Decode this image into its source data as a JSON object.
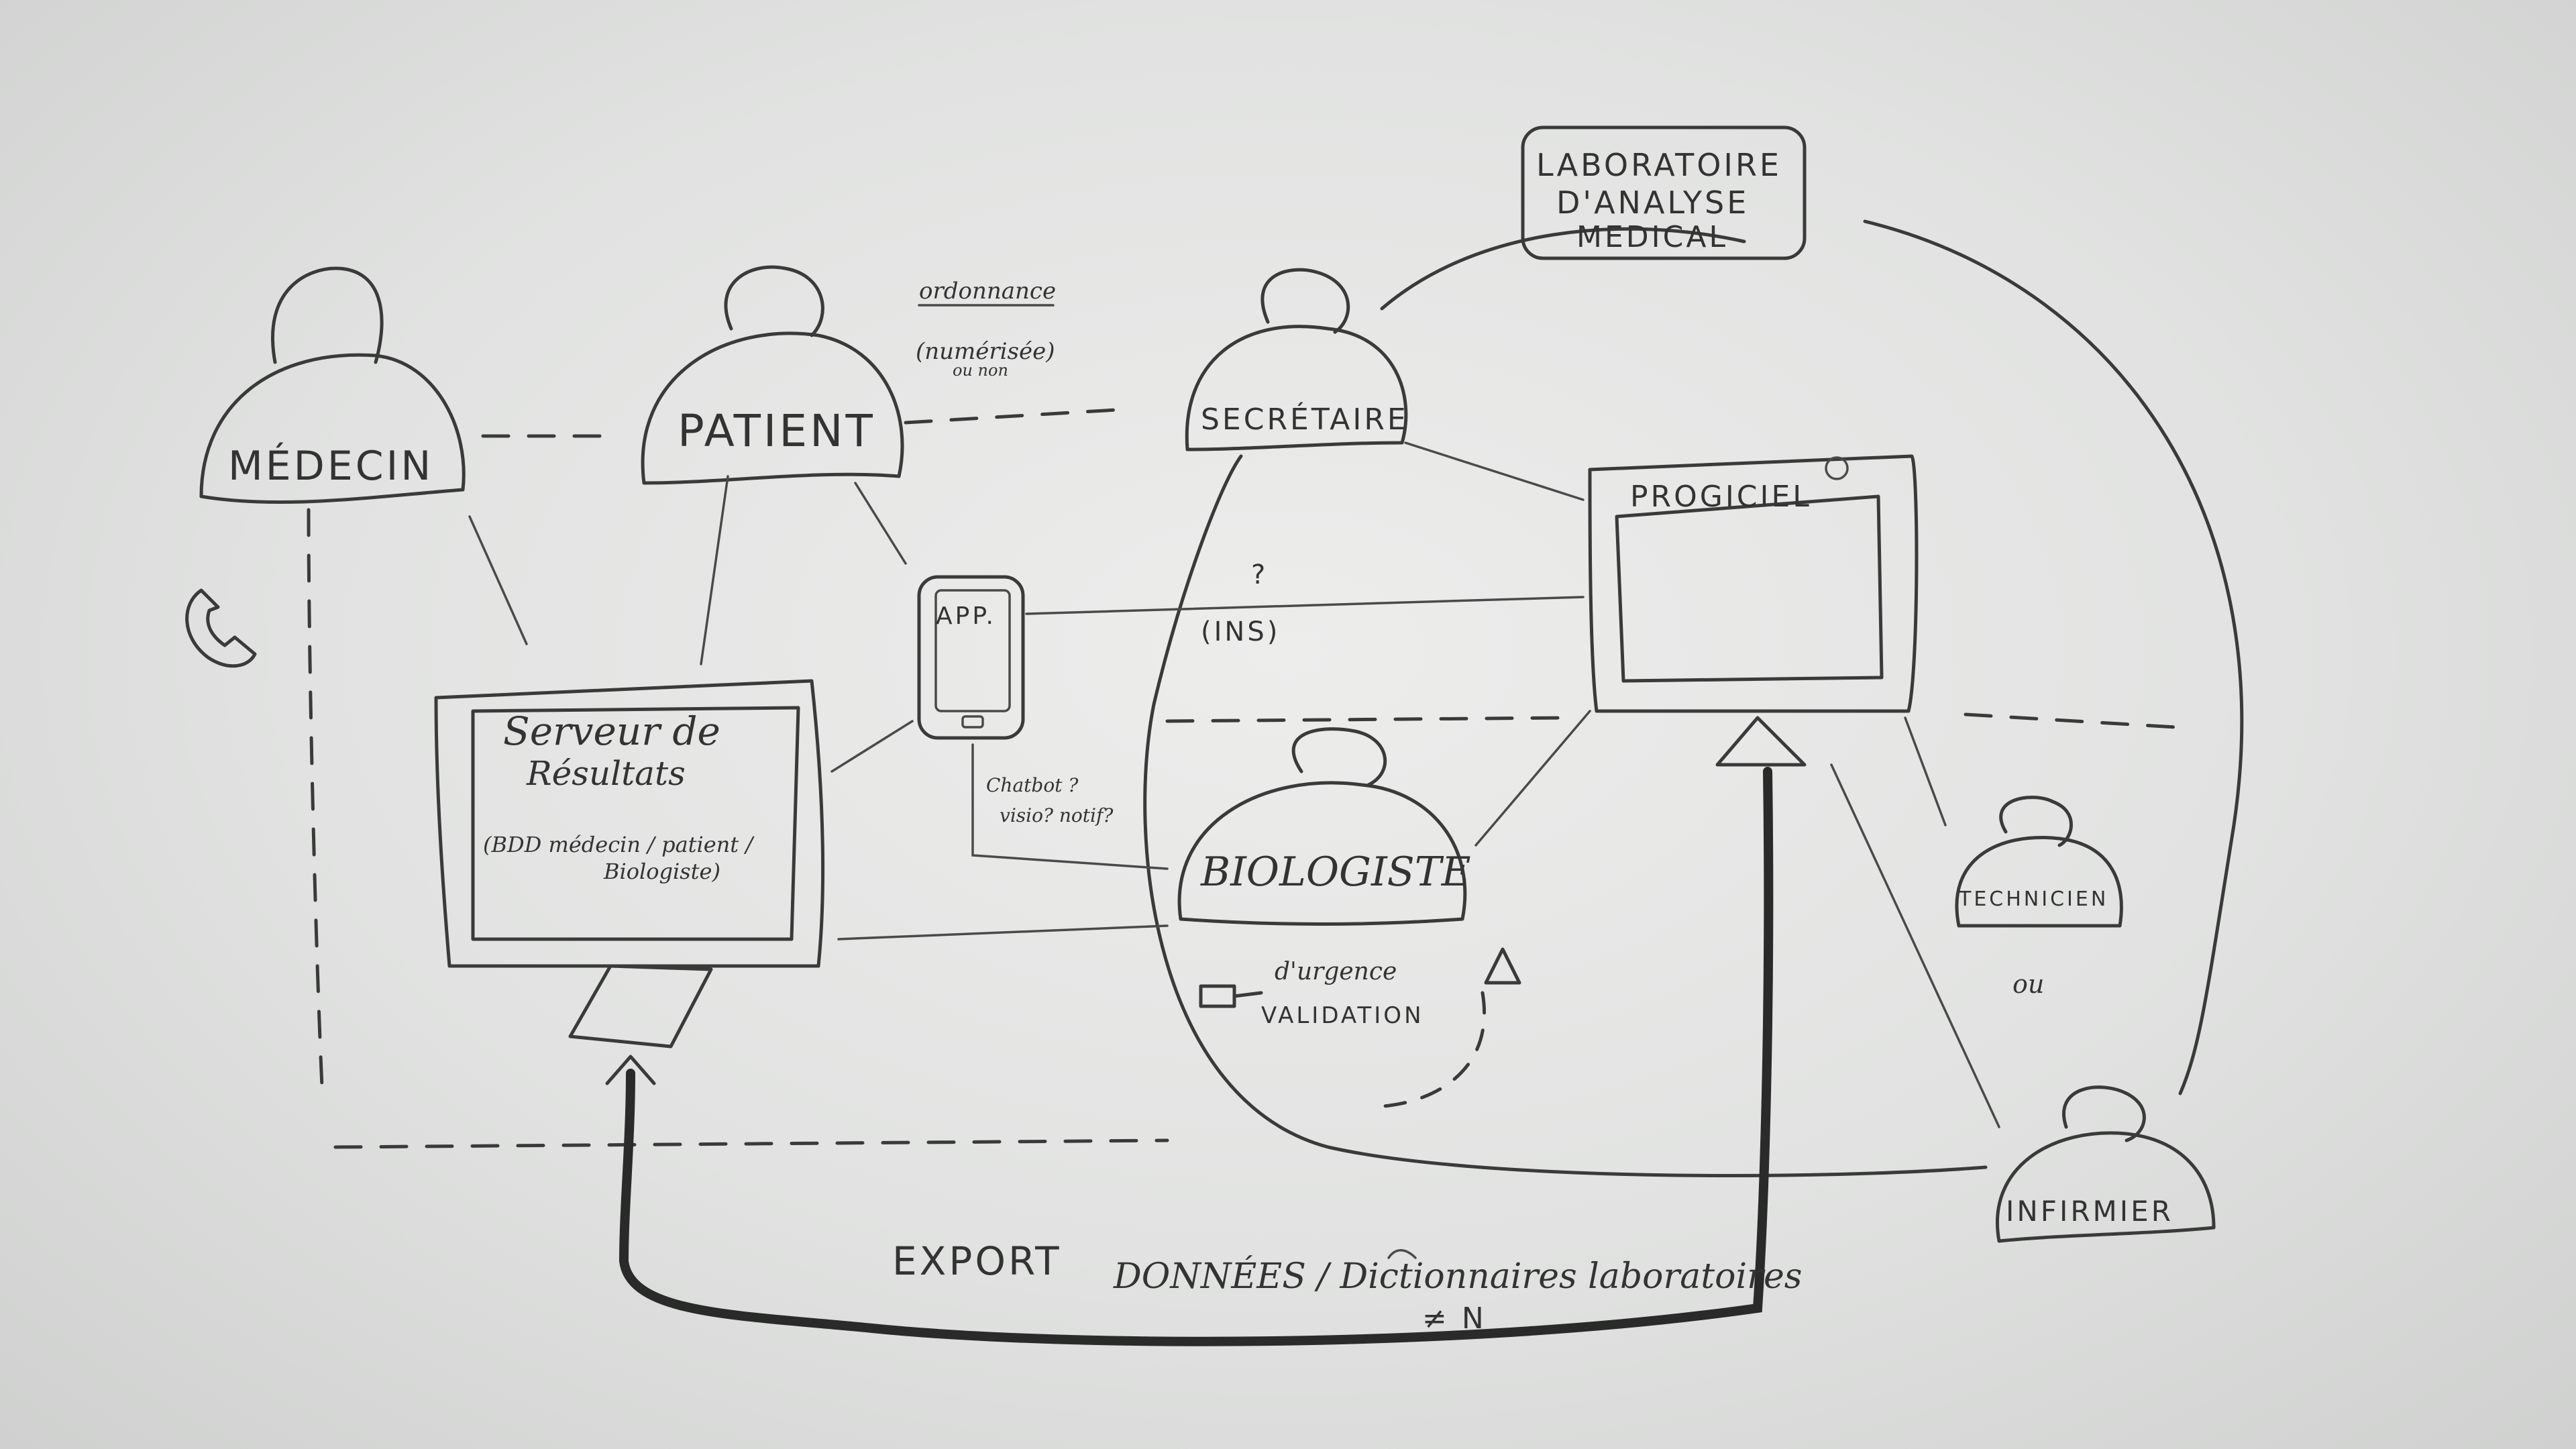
{
  "lab": {
    "title_line1": "LABORATOIRE",
    "title_line2": "D'ANALYSE",
    "title_line3": "MEDICAL"
  },
  "actors": {
    "medecin": "MÉDECIN",
    "patient": "PATIENT",
    "secretaire": "SECRÉTAIRE",
    "biologiste": "BIOLOGISTE",
    "technicien": "TECHNICIEN",
    "ou": "ou",
    "infirmier": "INFIRMIER"
  },
  "edges": {
    "ordonnance": "ordonnance",
    "numerisee": "(numérisée)",
    "ou_non": "ou non",
    "question": "?",
    "ins": "(INS)",
    "chatbot": "Chatbot ?",
    "visio": "visio? notif?",
    "urgence": "d'urgence",
    "validation": "VALIDATION"
  },
  "devices": {
    "app": "APP.",
    "progiciel": "PROGICIEL",
    "serveur_line1": "Serveur de",
    "serveur_line2": "Résultats",
    "serveur_sub1": "(BDD médecin / patient /",
    "serveur_sub2": "Biologiste)"
  },
  "export": {
    "label": "EXPORT",
    "donnees": "DONNÉES / Dictionnaires laboratoires",
    "note": "≠ N"
  }
}
